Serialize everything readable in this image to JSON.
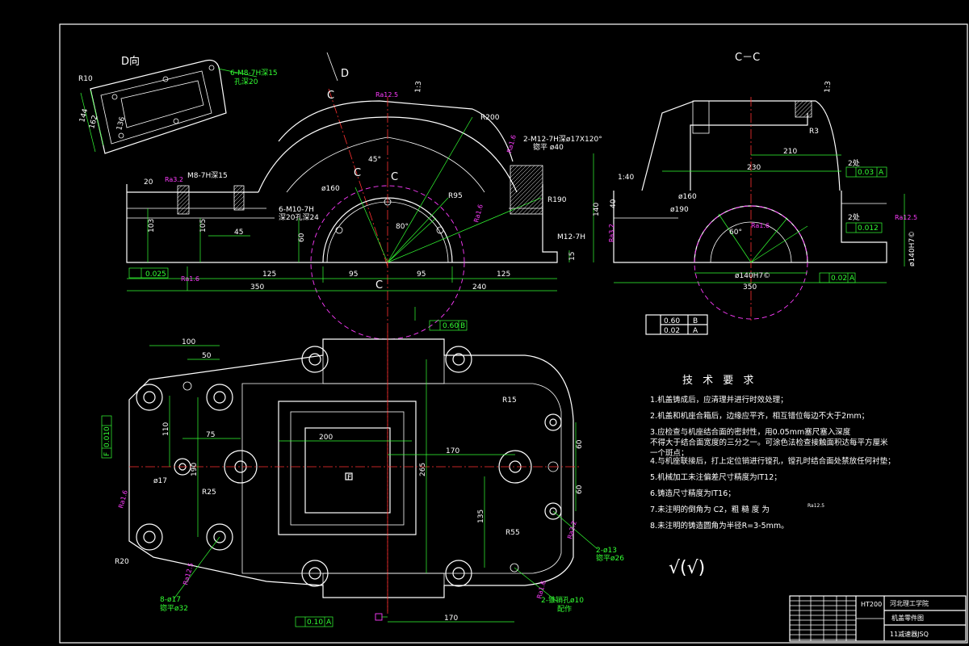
{
  "views": {
    "d_view": "D向",
    "cc_view": "C－C",
    "d_arrow": "D",
    "c_top": "C",
    "c_bottom": "C",
    "c_small_left": "C",
    "c_small_right": "C"
  },
  "front_view_labels": {
    "r10": "R10",
    "thread_top": "6-M8-7H深15",
    "thread_top_sub": "孔深20",
    "dim_144": "144",
    "dim_162": "162",
    "dim_136": "136",
    "r200": "R200",
    "r95": "R95",
    "r190": "R190",
    "d160": "ø160",
    "angle_45": "45°",
    "angle_80": "80°",
    "m8": "M8-7H深15",
    "m10": "6-M10-7H",
    "m10_sub": "深20孔深24",
    "hole_top_right": "2-M12-7H深ø17X120°",
    "hole_top_right_sub": "锪平 ø40",
    "m12": "M12-7H",
    "dim_103": "103",
    "dim_105": "105",
    "dim_45": "45",
    "dim_60": "60",
    "dim_140": "140",
    "dim_15": "15",
    "dim_125a": "125",
    "dim_95a": "95",
    "dim_95b": "95",
    "dim_125b": "125",
    "dim_350": "350",
    "dim_240": "240",
    "flat_tol": "0.025",
    "ra_top": "Ra12.5",
    "ra_left": "Ra3.2",
    "ra_bottom": "Ra1.6",
    "ra_right": "Ra1.6",
    "ra_mid": "Ra1.6",
    "pos_tol": "0.60",
    "pos_ref": "B",
    "tilt_20": "20",
    "tilt_13": "1:3"
  },
  "section_view_labels": {
    "r3": "R3",
    "dim_210": "210",
    "dim_230": "230",
    "d160": "ø160",
    "d190": "ø190",
    "angle_60": "60°",
    "d140": "ø140H7©",
    "dim_350": "350",
    "perp_tol": "0.02",
    "perp_ref": "A",
    "parallel_tol": "0.03",
    "parallel_ref": "A",
    "flat_tol": "0.012",
    "tol_label1": "2处",
    "tol_label2": "2处",
    "ra_a": "Ra1.6",
    "ra_b": "Ra3.2",
    "ra_c": "Ra12.5",
    "tilt_140": "1:40",
    "dim_40": "40",
    "dim_13": "1:3",
    "frame_row1_val": "0.60",
    "frame_row1_ref": "B",
    "frame_row2_val": "0.02",
    "frame_row2_ref": "A"
  },
  "plan_view_labels": {
    "dim_100": "100",
    "dim_50": "50",
    "dim_110": "110",
    "dim_75": "75",
    "dim_200": "200",
    "dim_170a": "170",
    "dim_265": "265",
    "dim_190": "190",
    "dim_60a": "60",
    "dim_60b": "60",
    "dim_135": "135",
    "dim_170b": "170",
    "r15": "R15",
    "r25": "R25",
    "r55": "R55",
    "r20": "R20",
    "d17": "ø17",
    "parallel_tol": "0.010",
    "parallel_ref": "F",
    "perp_tol": "0.10",
    "perp_ref": "A",
    "f_label": "F",
    "hole_a": "8-ø17",
    "hole_a_sub": "锪平ø32",
    "hole_b": "2-ø13",
    "hole_b_sub": "锪平ø26",
    "hole_c": "2-锥销孔ø10",
    "hole_c_sub": "配作",
    "ra_a": "Ra1.6",
    "ra_b": "Ra12.5",
    "ra_c": "Ra3.2",
    "ra_d": "Ra1.6"
  },
  "requirements": {
    "title": "技 术 要 求",
    "items": [
      "1.机盖铸成后，应清理并进行时效处理；",
      "2.机盖和机座合箱后，边缘应平齐，相互错位每边不大于2mm；",
      "3.应检查与机座结合面的密封性，用0.05mm塞尺塞入深度",
      "不得大于结合面宽度的三分之一。可涂色法检查接触面积达每平方厘米",
      "一个斑点；",
      "4.与机座联接后，打上定位销进行镗孔，镗孔时结合面处禁放任何衬垫；",
      "5.机械加工未注偏差尺寸精度为IT12；",
      "6.铸造尺寸精度为IT16；",
      "7.未注明的倒角为 C2，粗 糙 度 为",
      "8.未注明的铸造圆角为半径R=3-5mm。"
    ],
    "roughness_inline": "Ra12.5",
    "roughness_symbol": "√(√)"
  },
  "title_block": {
    "material": "HT200",
    "school": "河北理工学院",
    "part_name": "机盖零件图",
    "drawing_no": "11减速器JSQ"
  }
}
